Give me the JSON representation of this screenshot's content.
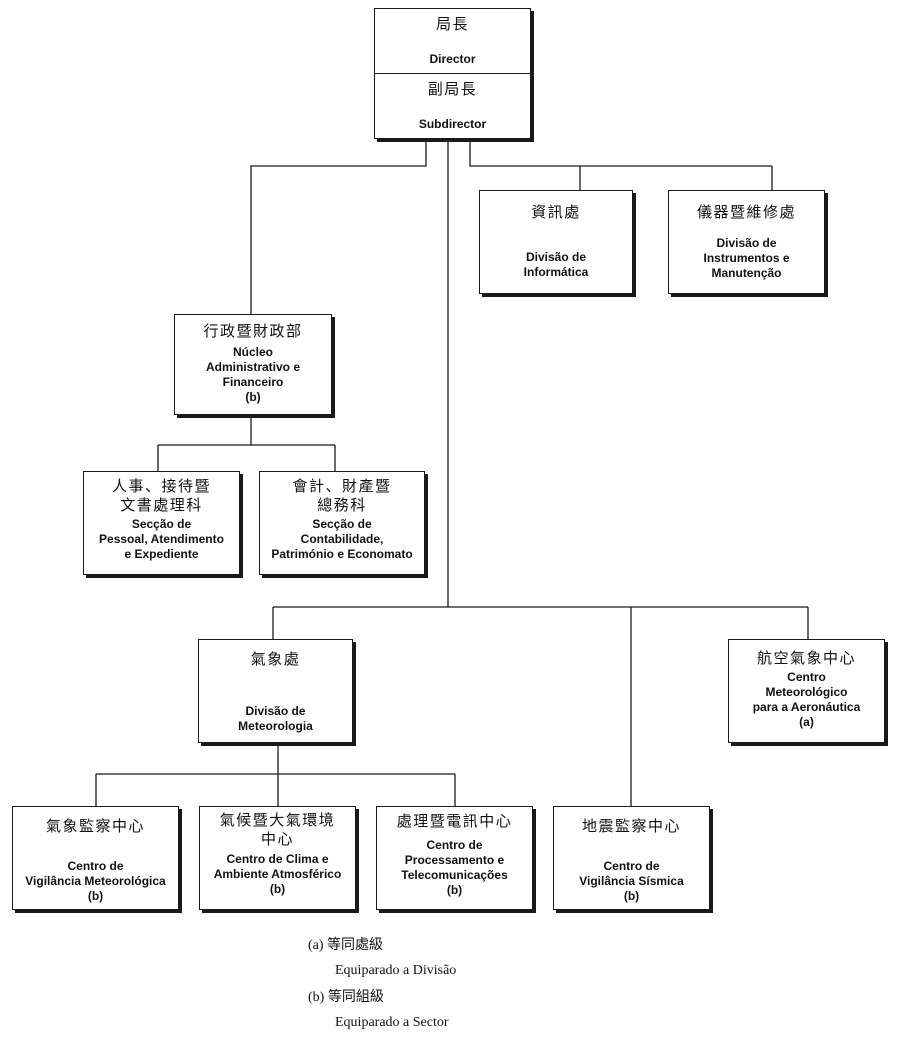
{
  "director": {
    "zh": "局長",
    "pt": "Director"
  },
  "subdirector": {
    "zh": "副局長",
    "pt": "Subdirector"
  },
  "informatica": {
    "zh": "資訊處",
    "pt": "Divisão de\nInformática"
  },
  "instrumentos": {
    "zh": "儀器暨維修處",
    "pt": "Divisão de\nInstrumentos e\nManutenção"
  },
  "nucleo": {
    "zh": "行政暨財政部",
    "pt": "Núcleo\nAdministrativo e\nFinanceiro",
    "note": "(b)"
  },
  "pessoal": {
    "zh": "人事、接待暨\n文書處理科",
    "pt": "Secção de\nPessoal, Atendimento\ne Expediente"
  },
  "contabilidade": {
    "zh": "會計、財產暨\n總務科",
    "pt": "Secção de\nContabilidade,\nPatrimónio e Economato"
  },
  "meteorologia": {
    "zh": "氣象處",
    "pt": "Divisão de\nMeteorologia"
  },
  "aeronautica": {
    "zh": "航空氣象中心",
    "pt": "Centro\nMeteorológico\npara a Aeronáutica",
    "note": "(a)"
  },
  "vigilancia_met": {
    "zh": "氣象監察中心",
    "pt": "Centro de\nVigilância Meteorológica",
    "note": "(b)"
  },
  "clima": {
    "zh": "氣候暨大氣環境\n中心",
    "pt": "Centro de Clima e\nAmbiente Atmosférico",
    "note": "(b)"
  },
  "telecom": {
    "zh": "處理暨電訊中心",
    "pt": "Centro de\nProcessamento e\nTelecomunicações",
    "note": "(b)"
  },
  "sismica": {
    "zh": "地震監察中心",
    "pt": "Centro de\nVigilância Sísmica",
    "note": "(b)"
  },
  "legend": {
    "a_mark": "(a)",
    "a_zh": "等同處級",
    "a_pt": "Equiparado a Divisão",
    "b_mark": "(b)",
    "b_zh": "等同組級",
    "b_pt": "Equiparado a Sector"
  }
}
